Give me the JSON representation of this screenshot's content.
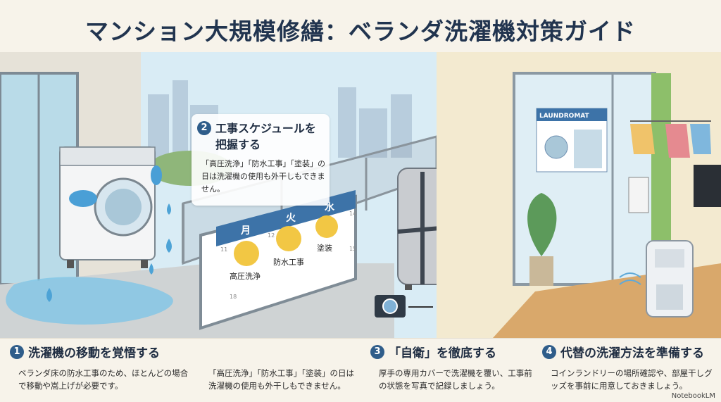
{
  "title": "マンション大規模修繕：ベランダ洗濯機対策ガイド",
  "callout": {
    "number": "2",
    "title": "工事スケジュールを把握する",
    "body": "「高圧洗浄」「防水工事」「塗装」の日は洗濯機の使用も外干しもできません。"
  },
  "calendar": {
    "days": [
      "月",
      "火",
      "水"
    ],
    "events": [
      "高圧洗浄",
      "防水工事",
      "塗装"
    ],
    "dates": [
      "11",
      "12",
      "14",
      "15",
      "18"
    ]
  },
  "store_sign": "LAUNDROMAT",
  "sections": [
    {
      "number": "1",
      "heading": "洗濯機の移動を覚悟する",
      "body": "ベランダ床の防水工事のため、ほとんどの場合で移動や嵩上げが必要です。"
    },
    {
      "number": "",
      "heading": "",
      "body": "「高圧洗浄」「防水工事」「塗装」の日は洗濯機の使用も外干しもできません。"
    },
    {
      "number": "3",
      "heading": "「自衛」を徹底する",
      "body": "厚手の専用カバーで洗濯機を覆い、工事前の状態を写真で記録しましょう。"
    },
    {
      "number": "4",
      "heading": "代替の洗濯方法を準備する",
      "body": "コインランドリーの場所確認や、部屋干しグッズを事前に用意しておきましょう。"
    }
  ],
  "brand": "NotebookLM"
}
